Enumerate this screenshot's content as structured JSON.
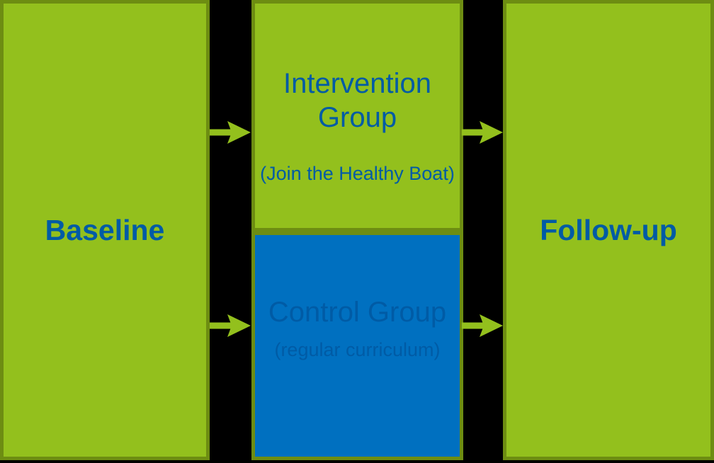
{
  "colors": {
    "background": "#000000",
    "green_fill": "#93c01d",
    "green_border": "#6d8d12",
    "blue_fill": "#0070c0",
    "text_blue": "#005ba5",
    "arrow_green": "#93c01d"
  },
  "nodes": {
    "baseline": {
      "label": "Baseline"
    },
    "intervention": {
      "title": "Intervention Group",
      "subtitle": "(Join the Healthy Boat)"
    },
    "control": {
      "title": "Control Group",
      "subtitle": "(regular curriculum)"
    },
    "followup": {
      "label": "Follow-up"
    }
  },
  "arrows": [
    {
      "name": "baseline-to-intervention"
    },
    {
      "name": "baseline-to-control"
    },
    {
      "name": "intervention-to-followup"
    },
    {
      "name": "control-to-followup"
    }
  ]
}
